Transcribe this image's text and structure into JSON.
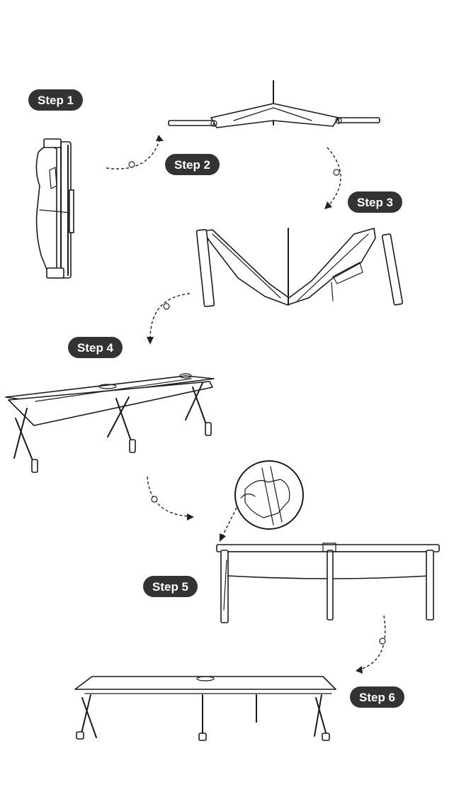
{
  "steps": [
    {
      "label": "Step 1"
    },
    {
      "label": "Step 2"
    },
    {
      "label": "Step 3"
    },
    {
      "label": "Step 4"
    },
    {
      "label": "Step 5"
    },
    {
      "label": "Step 6"
    }
  ],
  "colors": {
    "pill": "#333333",
    "line": "#1a1a1a",
    "background": "#ffffff"
  }
}
